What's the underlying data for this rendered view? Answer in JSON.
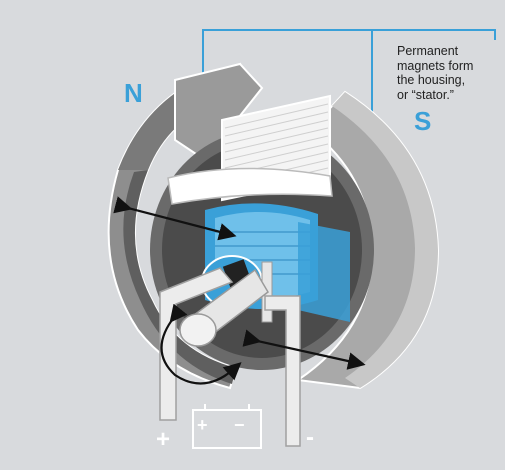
{
  "labels": {
    "north": "N",
    "south": "S",
    "positive": "+",
    "negative": "-"
  },
  "annotation": {
    "lines": [
      "Permanent",
      "magnets form",
      "the housing,",
      "or “stator.”"
    ]
  },
  "battery": {
    "plus_symbol": "+",
    "minus_symbol": "−"
  },
  "colors": {
    "background": "#d8dadd",
    "accent_blue": "#3aa0d8",
    "magnet_gray": "#8e8e8e",
    "magnet_dark": "#5a5a5a",
    "coil_white": "#f4f4f4",
    "arrow_black": "#111111"
  },
  "icons": [
    "double-headed-arrow",
    "curved-rotation-arrow",
    "battery-icon",
    "down-arrow"
  ]
}
